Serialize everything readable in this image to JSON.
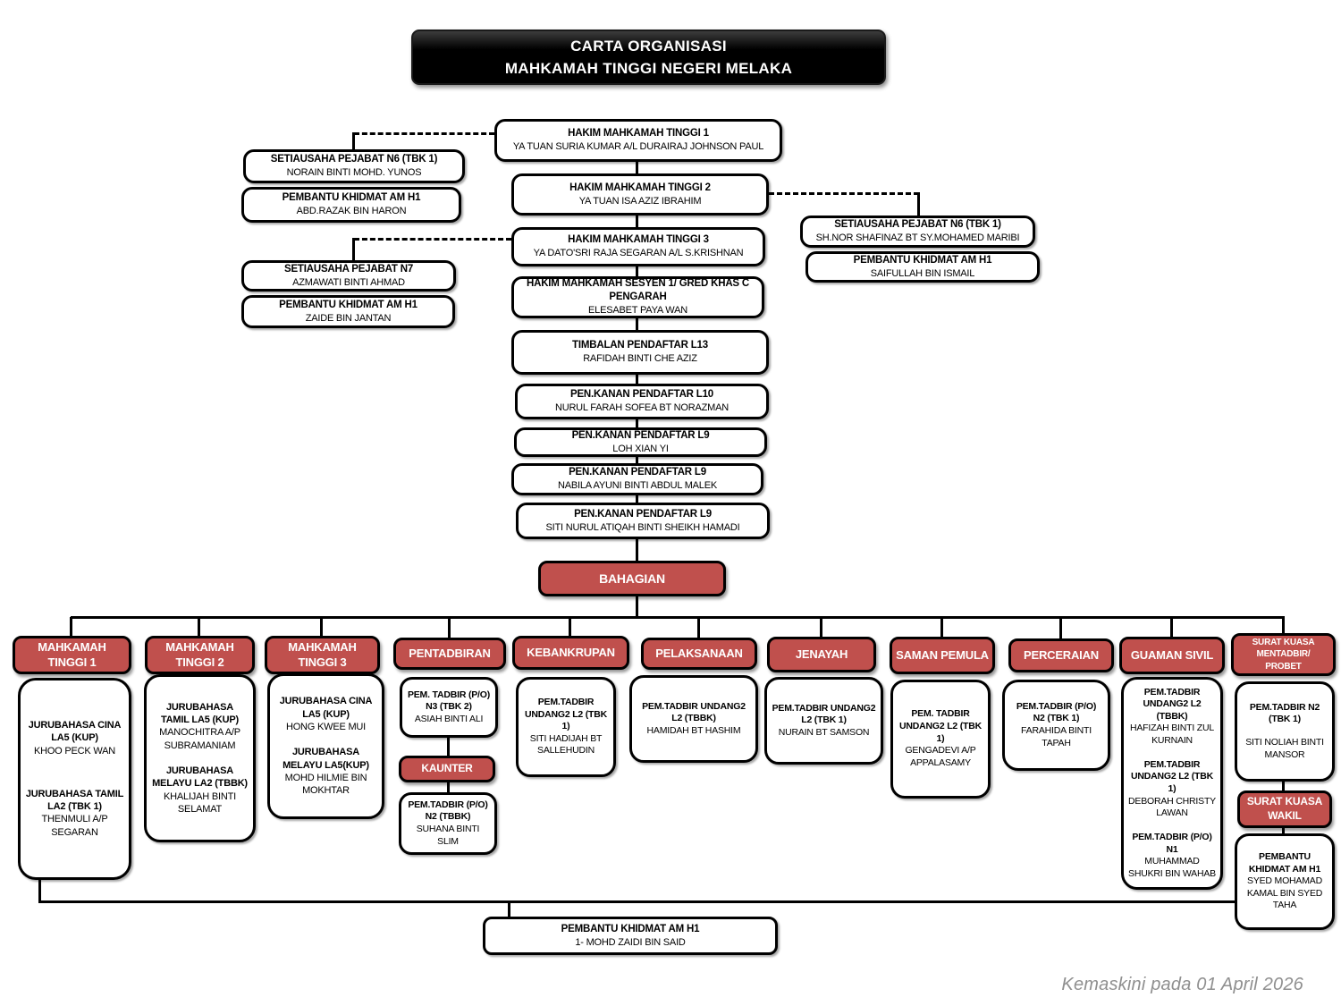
{
  "title": {
    "line1": "CARTA ORGANISASI",
    "line2": "MAHKAMAH  TINGGI  NEGERI MELAKA"
  },
  "colors": {
    "accent_red": "#C0504D",
    "line_black": "#000000",
    "title_bg": "#000000",
    "footer_gray": "#8F8F8F"
  },
  "chain": [
    {
      "title": "HAKIM MAHKAMAH TINGGI 1",
      "name": "YA TUAN SURIA KUMAR A/L DURAIRAJ JOHNSON PAUL"
    },
    {
      "title": "HAKIM MAHKAMAH TINGGI 2",
      "name": "YA TUAN ISA AZIZ IBRAHIM"
    },
    {
      "title": "HAKIM MAHKAMAH TINGGI 3",
      "name": "YA DATO'SRI RAJA SEGARAN A/L S.KRISHNAN"
    },
    {
      "title": "HAKIM MAHKAMAH SESYEN 1/ GRED KHAS C PENGARAH",
      "name": "ELESABET PAYA WAN"
    },
    {
      "title": "TIMBALAN PENDAFTAR L13",
      "name": "RAFIDAH BINTI CHE AZIZ"
    },
    {
      "title": "PEN.KANAN PENDAFTAR L10",
      "name": "NURUL FARAH SOFEA BT NORAZMAN"
    },
    {
      "title": "PEN.KANAN PENDAFTAR L9",
      "name": "LOH XIAN YI"
    },
    {
      "title": "PEN.KANAN PENDAFTAR L9",
      "name": "NABILA AYUNI BINTI ABDUL MALEK"
    },
    {
      "title": "PEN.KANAN PENDAFTAR L9",
      "name": "SITI NURUL ATIQAH BINTI SHEIKH HAMADI"
    }
  ],
  "side_left": [
    {
      "title": "SETIAUSAHA PEJABAT N6 (TBK 1)",
      "name": "NORAIN BINTI MOHD. YUNOS"
    },
    {
      "title": "PEMBANTU KHIDMAT AM H1",
      "name": "ABD.RAZAK BIN HARON"
    },
    {
      "title": "SETIAUSAHA PEJABAT N7",
      "name": "AZMAWATI BINTI AHMAD"
    },
    {
      "title": "PEMBANTU KHIDMAT AM H1",
      "name": "ZAIDE BIN JANTAN"
    }
  ],
  "side_right": [
    {
      "title": "SETIAUSAHA PEJABAT N6 (TBK 1)",
      "name": "SH.NOR SHAFINAZ BT SY.MOHAMED MARIBI"
    },
    {
      "title": "PEMBANTU KHIDMAT AM H1",
      "name": "SAIFULLAH BIN ISMAIL"
    }
  ],
  "bahagian_label": "BAHAGIAN",
  "departments": [
    {
      "header": "MAHKAMAH TINGGI 1",
      "staff": [
        {
          "title": "JURUBAHASA CINA LA5 (KUP)",
          "name": "KHOO PECK WAN"
        },
        {
          "title": "JURUBAHASA TAMIL LA2 (TBK 1)",
          "name": "THENMULI A/P SEGARAN"
        }
      ]
    },
    {
      "header": "MAHKAMAH TINGGI 2",
      "staff": [
        {
          "title": "JURUBAHASA TAMIL LA5 (KUP)",
          "name": "MANOCHITRA A/P SUBRAMANIAM"
        },
        {
          "title": "JURUBAHASA MELAYU LA2 (TBBK)",
          "name": "KHALIJAH BINTI SELAMAT"
        }
      ]
    },
    {
      "header": "MAHKAMAH TINGGI 3",
      "staff": [
        {
          "title": "JURUBAHASA CINA LA5 (KUP)",
          "name": "HONG KWEE MUI"
        },
        {
          "title": "JURUBAHASA MELAYU LA5(KUP)",
          "name": "MOHD HILMIE BIN MOKHTAR"
        }
      ]
    },
    {
      "header": "PENTADBIRAN",
      "staff": [
        {
          "title": "PEM. TADBIR (P/O) N3 (TBK 2)",
          "name": "ASIAH BINTI ALI"
        }
      ],
      "kaunter_label": "KAUNTER",
      "staff2": [
        {
          "title": "PEM.TADBIR (P/O) N2 (TBBK)",
          "name": "SUHANA BINTI SLIM"
        }
      ]
    },
    {
      "header": "KEBANKRUPAN",
      "staff": [
        {
          "title": "PEM.TADBIR UNDANG2 L2 (TBK 1)",
          "name": "SITI HADIJAH BT SALLEHUDIN"
        }
      ]
    },
    {
      "header": "PELAKSANAAN",
      "staff": [
        {
          "title": "PEM.TADBIR UNDANG2 L2 (TBBK)",
          "name": "HAMIDAH BT HASHIM"
        }
      ]
    },
    {
      "header": "JENAYAH",
      "staff": [
        {
          "title": "PEM.TADBIR UNDANG2 L2 (TBK 1)",
          "name": "NURAIN BT SAMSON"
        }
      ]
    },
    {
      "header": "SAMAN PEMULA",
      "staff": [
        {
          "title": "PEM. TADBIR UNDANG2 L2 (TBK 1)",
          "name": "GENGADEVI A/P APPALASAMY"
        }
      ]
    },
    {
      "header": "PERCERAIAN",
      "staff": [
        {
          "title": "PEM.TADBIR (P/O) N2 (TBK 1)",
          "name": "FARAHIDA BINTI TAPAH"
        }
      ]
    },
    {
      "header": "GUAMAN SIVIL",
      "staff": [
        {
          "title": "PEM.TADBIR UNDANG2 L2 (TBBK)",
          "name": "HAFIZAH BINTI ZUL KURNAIN"
        },
        {
          "title": "PEM.TADBIR UNDANG2 L2 (TBK 1)",
          "name": "DEBORAH CHRISTY LAWAN"
        },
        {
          "title": "PEM.TADBIR (P/O) N1",
          "name": "MUHAMMAD SHUKRI BIN WAHAB"
        }
      ]
    },
    {
      "header": "SURAT KUASA MENTADBIR/ PROBET",
      "staff": [
        {
          "title": "PEM.TADBIR N2 (TBK 1)",
          "name": "SITI NOLIAH BINTI MANSOR"
        }
      ],
      "wakil_label": "SURAT KUASA WAKIL",
      "staff2": [
        {
          "title": "PEMBANTU KHIDMAT AM H1",
          "name": "SYED MOHAMAD KAMAL BIN SYED TAHA"
        }
      ]
    }
  ],
  "bottom_box": {
    "title": "PEMBANTU KHIDMAT AM H1",
    "name": "1- MOHD ZAIDI BIN SAID"
  },
  "footer": "Kemaskini pada  01 April 2026"
}
